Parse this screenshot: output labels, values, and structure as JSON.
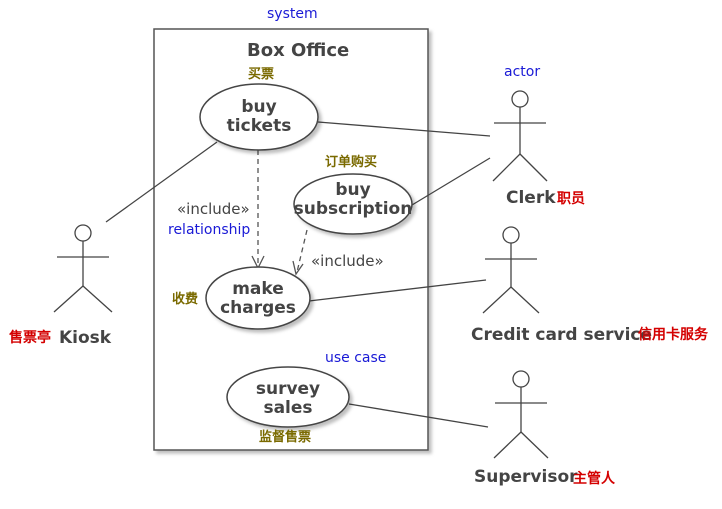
{
  "system": {
    "label": "system",
    "name": "Box Office"
  },
  "annotations": {
    "actor": "actor",
    "relationship": "relationship",
    "use_case": "use case"
  },
  "use_cases": {
    "buy_tickets": {
      "line1": "buy",
      "line2": "tickets",
      "cn": "买票"
    },
    "buy_subscription": {
      "line1": "buy",
      "line2": "subscription",
      "cn": "订单购买"
    },
    "make_charges": {
      "line1": "make",
      "line2": "charges",
      "cn": "收费"
    },
    "survey_sales": {
      "line1": "survey",
      "line2": "sales",
      "cn": "监督售票"
    }
  },
  "include_labels": [
    "«include»",
    "«include»"
  ],
  "actors": {
    "kiosk": {
      "name": "Kiosk",
      "cn": "售票亭"
    },
    "clerk": {
      "name": "Clerk",
      "cn": "职员"
    },
    "credit_card": {
      "name": "Credit card service",
      "cn": "信用卡服务"
    },
    "supervisor": {
      "name": "Supervisor",
      "cn": "主管人"
    }
  },
  "colors": {
    "annotation_blue": "#1a1ad6",
    "chinese_olive": "#7a6a00",
    "chinese_red": "#d40000",
    "stroke": "#444444"
  }
}
